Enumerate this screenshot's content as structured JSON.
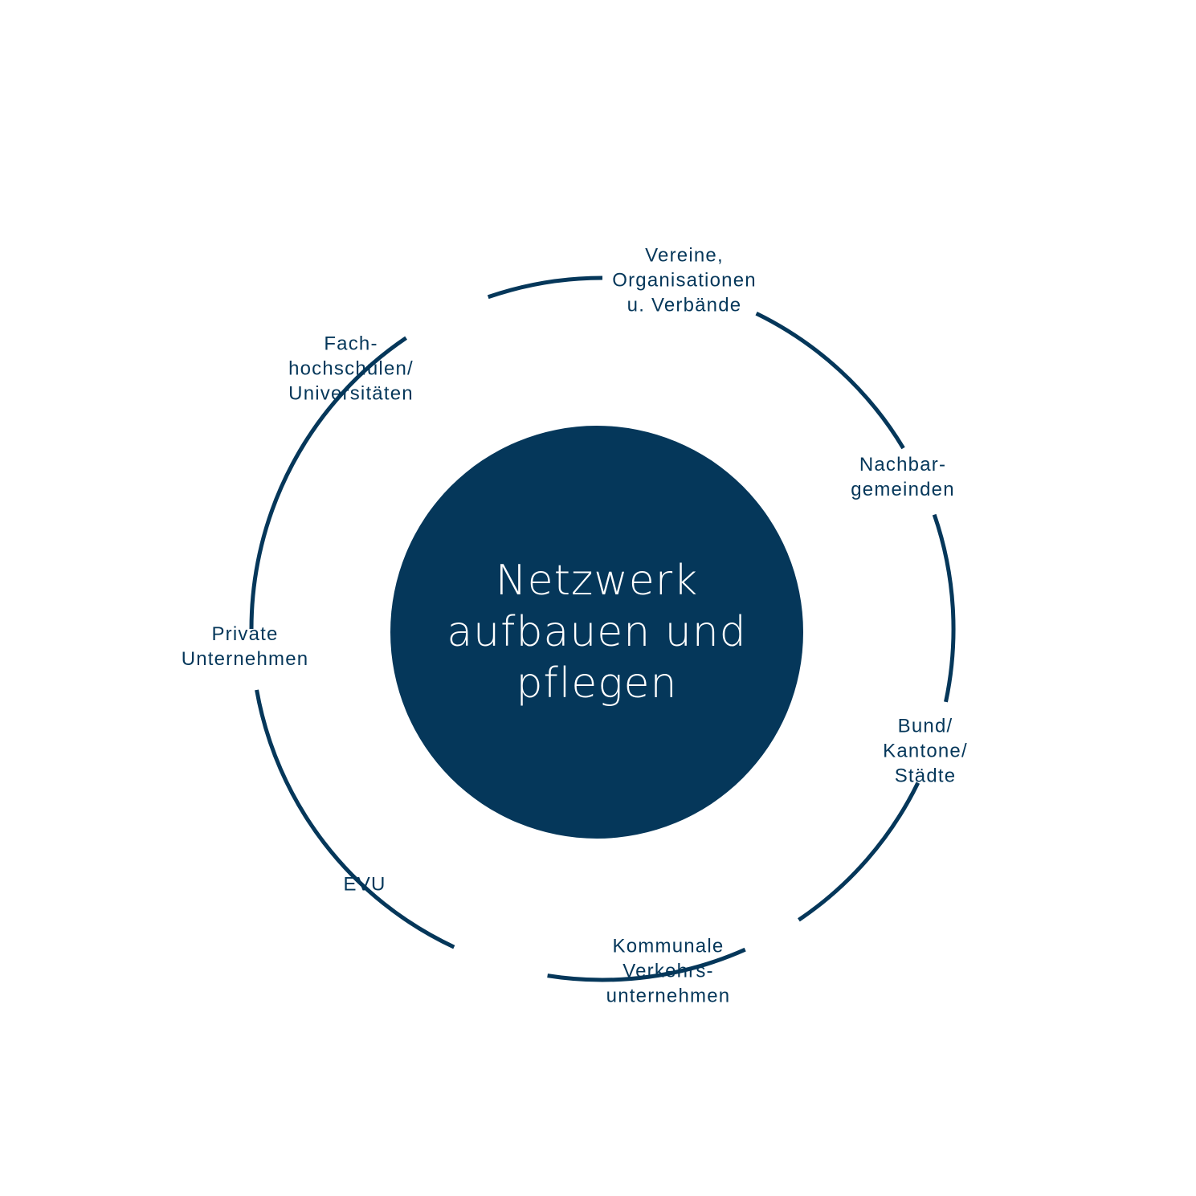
{
  "colors": {
    "primary": "#05375a",
    "background": "#ffffff",
    "center_text": "#ffffff"
  },
  "center": {
    "title": "Netzwerk\naufbauen und\npflegen"
  },
  "nodes": [
    {
      "label": "Vereine,\nOrganisationen\nu. Verbände"
    },
    {
      "label": "Nachbar-\ngemeinden"
    },
    {
      "label": "Bund/\nKantone/\nStädte"
    },
    {
      "label": "Kommunale\nVerkehrs-\nunternehmen"
    },
    {
      "label": "EVU"
    },
    {
      "label": "Private\nUnternehmen"
    },
    {
      "label": "Fach-\nhochschulen/\nUniversitäten"
    }
  ]
}
